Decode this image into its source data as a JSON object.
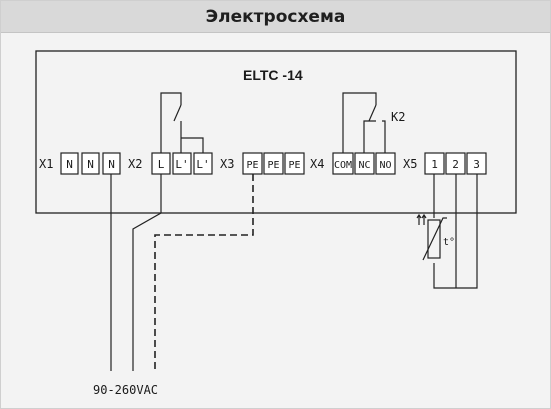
{
  "header": {
    "title": "Электросхема"
  },
  "device": {
    "name": "ELTC -14"
  },
  "relay_label": "K2",
  "supply_label": "90-260VAC",
  "connectors": {
    "x1": {
      "label": "X1",
      "pins": [
        "N",
        "N",
        "N"
      ]
    },
    "x2": {
      "label": "X2",
      "pins": [
        "L",
        "L'",
        "L'"
      ]
    },
    "x3": {
      "label": "X3",
      "pins": [
        "PE",
        "PE",
        "PE"
      ]
    },
    "x4": {
      "label": "X4",
      "pins": [
        "COM",
        "NC",
        "NO"
      ]
    },
    "x5": {
      "label": "X5",
      "pins": [
        "1",
        "2",
        "3"
      ]
    }
  }
}
